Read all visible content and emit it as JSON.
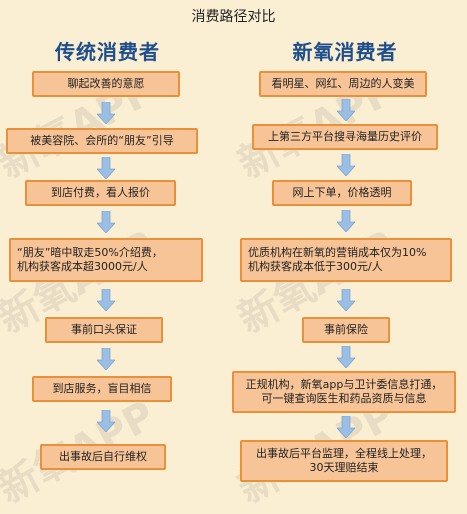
{
  "title": "消费路径对比",
  "left": {
    "heading": "传统消费者",
    "steps": [
      "聊起改善的意愿",
      "被美容院、会所的“朋友”引导",
      "到店付费，看人报价",
      "“朋友”暗中取走50%介绍费，\n机构获客成本超3000元/人",
      "事前口头保证",
      "到店服务，盲目相信",
      "出事故后自行维权"
    ]
  },
  "right": {
    "heading": "新氧消费者",
    "steps": [
      "看明星、网红、周边的人变美",
      "上第三方平台搜寻海量历史评价",
      "网上下单，价格透明",
      "优质机构在新氧的营销成本仅为10%\n机构获客成本低于300元/人",
      "事前保险",
      "正规机构，新氧app与卫计委信息打通，\n可一键查询医生和药品资质与信息",
      "出事故后平台监理，全程线上处理，\n30天理赔结束"
    ]
  },
  "watermark": "新氧APP",
  "colors": {
    "background": "#fbefd3",
    "box_fill": "#f7c498",
    "box_border": "#e8913a",
    "heading": "#1f4e8c",
    "arrow": "#9bbfe4"
  }
}
